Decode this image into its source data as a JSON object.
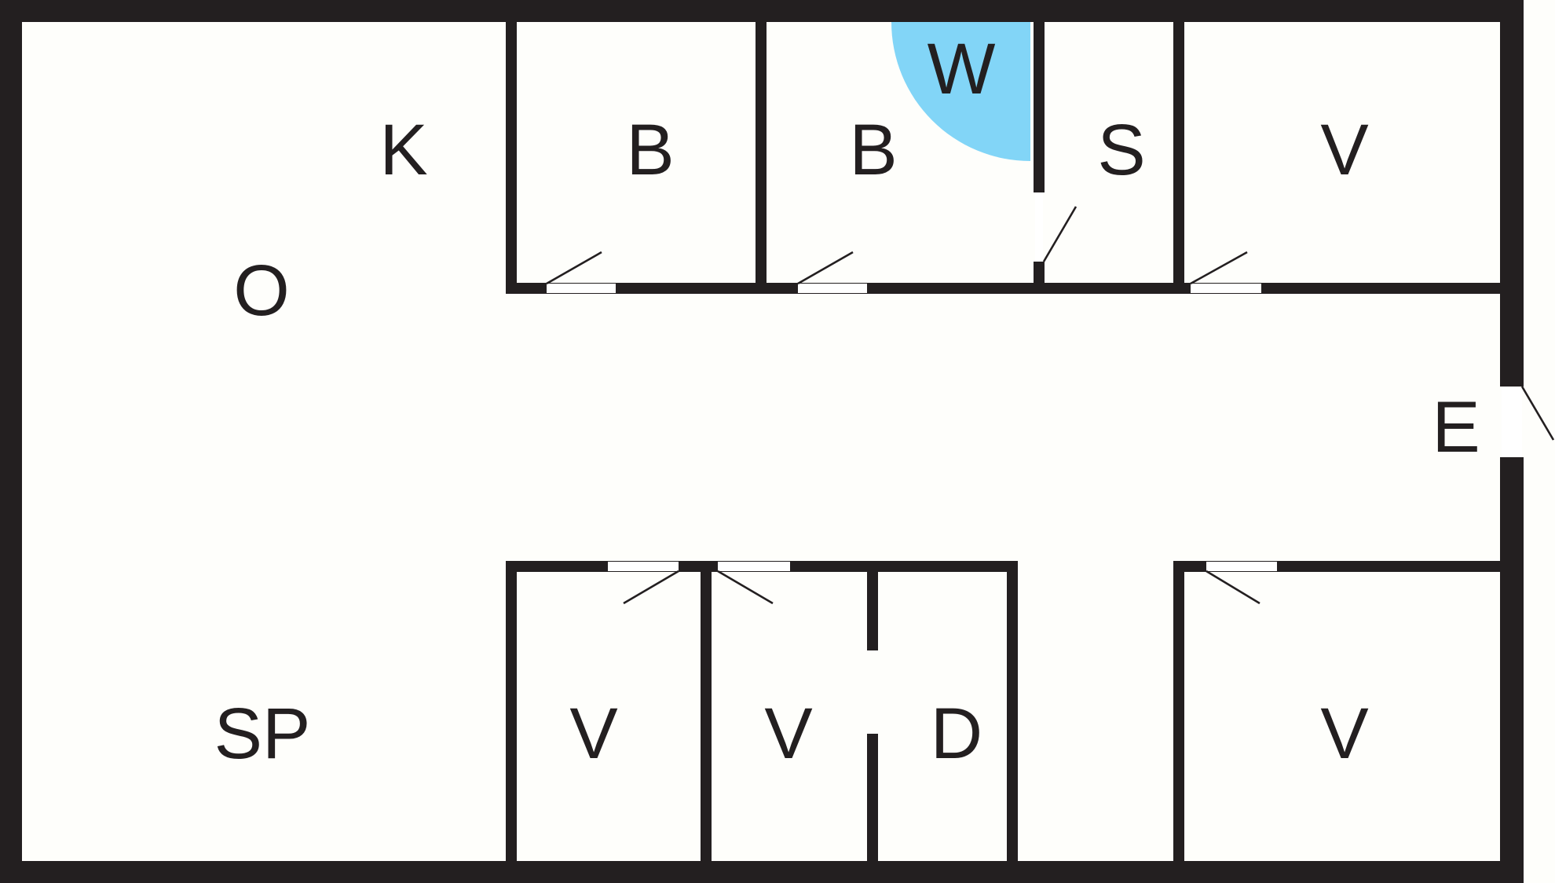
{
  "floorplan": {
    "colors": {
      "wall": "#231f20",
      "floor": "#fefefb",
      "opening": "#ffffff",
      "highlight": "#82d5f7"
    },
    "labels": {
      "o": "O",
      "k": "K",
      "sp": "SP",
      "b1": "B",
      "b2": "B",
      "w": "W",
      "s": "S",
      "v_top": "V",
      "e": "E",
      "v_bottom_1": "V",
      "v_bottom_2": "V",
      "d": "D",
      "v_bottom_right": "V"
    }
  }
}
